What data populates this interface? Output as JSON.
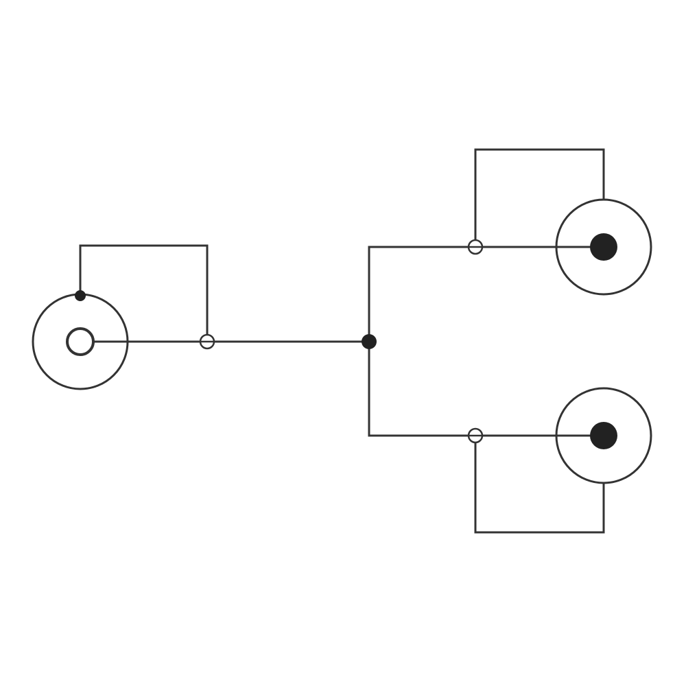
{
  "diagram": {
    "kind": "cable-wiring-schematic",
    "description_visible_text": [],
    "components": [
      {
        "id": "input-connector",
        "type": "coaxial-jack",
        "center_style": "hollow-ring"
      },
      {
        "id": "output-connector-top",
        "type": "coaxial-plug",
        "center_style": "solid-pin"
      },
      {
        "id": "output-connector-bottom",
        "type": "coaxial-plug",
        "center_style": "solid-pin"
      }
    ],
    "junctions": [
      {
        "id": "input-shield-contact",
        "style": "solid-dot"
      },
      {
        "id": "input-shield-node",
        "style": "open-circle-crossed"
      },
      {
        "id": "signal-split-node",
        "style": "solid-dot"
      },
      {
        "id": "top-shield-node",
        "style": "open-circle-crossed"
      },
      {
        "id": "bottom-shield-node",
        "style": "open-circle-crossed"
      }
    ],
    "colors": {
      "line": "#333333",
      "fill_dark": "#222222",
      "background": "#ffffff"
    }
  }
}
